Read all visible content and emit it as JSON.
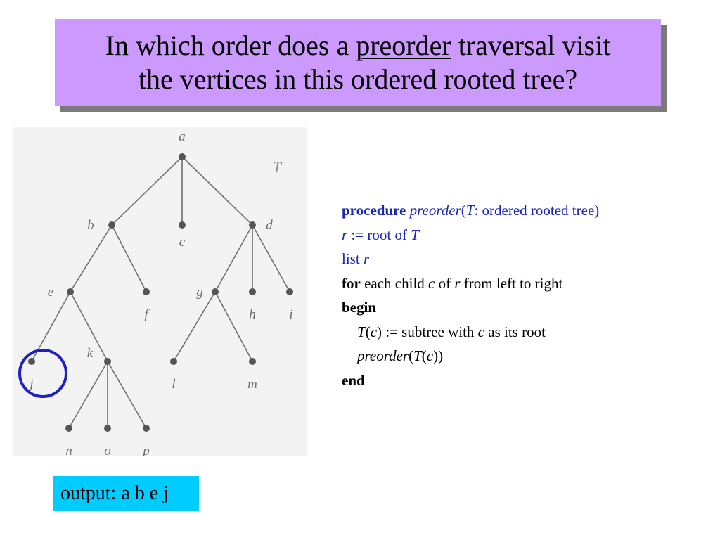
{
  "title": {
    "line1_prefix": "In which order does a ",
    "line1_emph": "preorder",
    "line1_suffix": " traversal visit",
    "line2": "the vertices in this ordered rooted tree?"
  },
  "tree": {
    "label": "T",
    "highlight_node": "j",
    "colors": {
      "edge": "#6e6e6e",
      "node": "#555555",
      "highlight": "#2020c0",
      "panel": "#f3f3f3"
    },
    "nodes": [
      {
        "id": "a",
        "label": "a"
      },
      {
        "id": "b",
        "label": "b"
      },
      {
        "id": "c",
        "label": "c"
      },
      {
        "id": "d",
        "label": "d"
      },
      {
        "id": "e",
        "label": "e"
      },
      {
        "id": "f",
        "label": "f"
      },
      {
        "id": "g",
        "label": "g"
      },
      {
        "id": "h",
        "label": "h"
      },
      {
        "id": "i",
        "label": "i"
      },
      {
        "id": "j",
        "label": "j"
      },
      {
        "id": "k",
        "label": "k"
      },
      {
        "id": "l",
        "label": "l"
      },
      {
        "id": "m",
        "label": "m"
      },
      {
        "id": "n",
        "label": "n"
      },
      {
        "id": "o",
        "label": "o"
      },
      {
        "id": "p",
        "label": "p"
      }
    ],
    "edges": [
      [
        "a",
        "b"
      ],
      [
        "a",
        "c"
      ],
      [
        "a",
        "d"
      ],
      [
        "b",
        "e"
      ],
      [
        "b",
        "f"
      ],
      [
        "d",
        "g"
      ],
      [
        "d",
        "h"
      ],
      [
        "d",
        "i"
      ],
      [
        "e",
        "j"
      ],
      [
        "e",
        "k"
      ],
      [
        "g",
        "l"
      ],
      [
        "g",
        "m"
      ],
      [
        "k",
        "n"
      ],
      [
        "k",
        "o"
      ],
      [
        "k",
        "p"
      ]
    ]
  },
  "code": {
    "l1_kw": "procedure",
    "l1_name": "preorder",
    "l1_open": "(",
    "l1_T": "T",
    "l1_rest": ": ordered rooted tree)",
    "l2_r": "r",
    "l2_mid": " := root of ",
    "l2_T": "T",
    "l3_list": "list ",
    "l3_r": "r",
    "l4_for": "for",
    "l4_a": " each child ",
    "l4_c": "c",
    "l4_b": " of ",
    "l4_r": "r",
    "l4_rest": " from left to right",
    "l5_begin": "begin",
    "l6_T": "T",
    "l6_p1": "(",
    "l6_c": "c",
    "l6_a": ") := subtree with ",
    "l6_c2": "c",
    "l6_rest": " as its root",
    "l7_name": "preorder",
    "l7_p1": "(",
    "l7_T": "T",
    "l7_p2": "(",
    "l7_c": "c",
    "l7_close": "))",
    "l8_end": "end"
  },
  "output": {
    "text": "output: a b e j"
  },
  "colors": {
    "title_bg": "#cc99ff",
    "output_bg": "#00ccff",
    "code_blue": "#1a26b8"
  }
}
